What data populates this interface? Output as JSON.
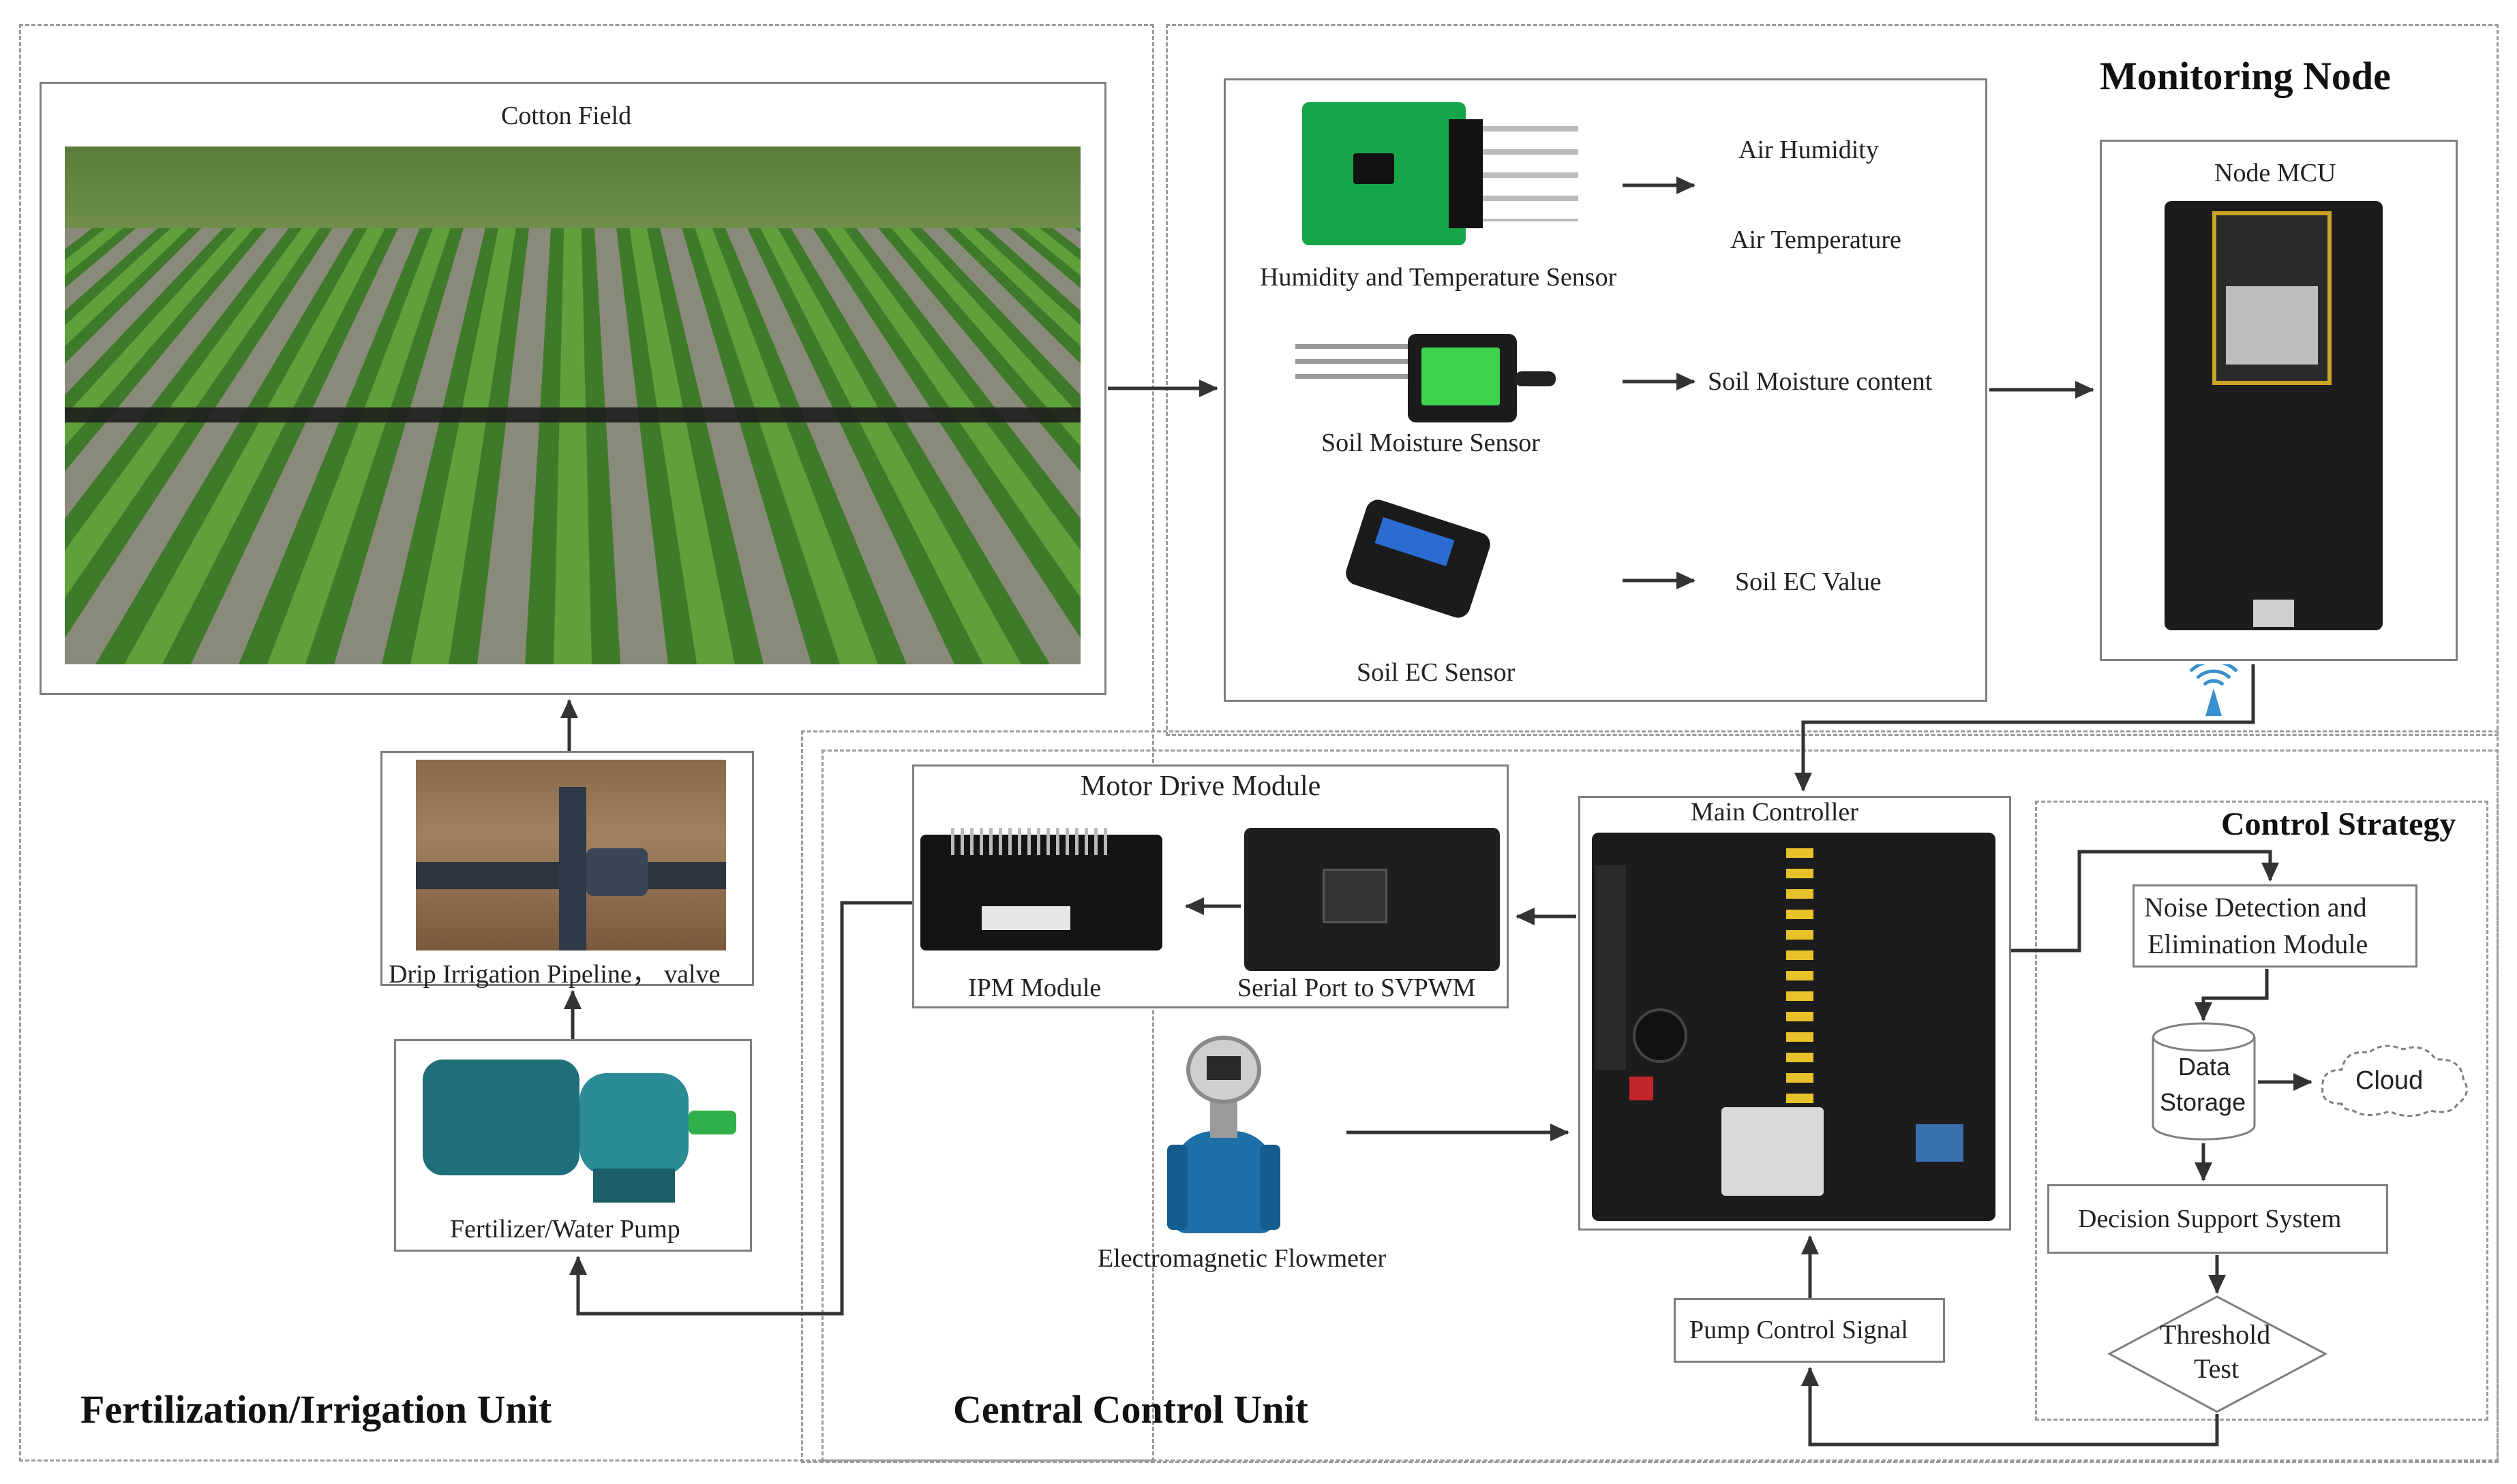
{
  "units": {
    "monitoring": "Monitoring Node",
    "fertilization": "Fertilization/Irrigation  Unit",
    "central": "Central Control Unit",
    "strategy": "Control Strategy"
  },
  "field": {
    "title": "Cotton Field"
  },
  "sensors": {
    "ht_sensor": "Humidity and Temperature Sensor",
    "soil_moisture_sensor": "Soil Moisture Sensor",
    "soil_ec_sensor": "Soil EC Sensor",
    "air_humidity": "Air Humidity",
    "air_temperature": "Air Temperature",
    "soil_moisture_content": "Soil Moisture  content",
    "soil_ec_value": "Soil EC Value"
  },
  "node": {
    "title": "Node MCU"
  },
  "motor": {
    "title": "Motor Drive Module",
    "ipm": "IPM Module",
    "svpwm": "Serial Port to SVPWM"
  },
  "controller": {
    "title": "Main Controller",
    "pump_signal": "Pump Control Signal"
  },
  "flowmeter": {
    "label": "Electromagnetic Flowmeter"
  },
  "irrigation": {
    "pipeline": "Drip Irrigation Pipeline， valve",
    "pump": "Fertilizer/Water Pump"
  },
  "strategy": {
    "noise_line1": "Noise Detection and",
    "noise_line2": "Elimination Module",
    "storage_line1": "Data",
    "storage_line2": "Storage",
    "cloud": "Cloud",
    "dss": "Decision Support System",
    "threshold_line1": "Threshold",
    "threshold_line2": "Test"
  },
  "colors": {
    "dashed_border": "#9a9a9a",
    "box_border": "#7f7f7f",
    "arrow": "#333333",
    "wifi": "#3a8fd0",
    "pcb_green": "#1f8a3a",
    "pcb_black": "#1c1c1c",
    "flowmeter_blue": "#1e6fa8",
    "pump_teal": "#1f7f8a"
  }
}
